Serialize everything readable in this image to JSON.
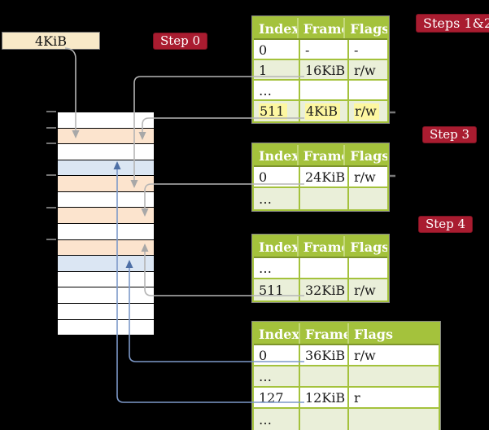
{
  "colors": {
    "background": "#000000",
    "table_header_bg": "#a4c23c",
    "table_border_green": "#a4c23c",
    "table_outer_border": "#858585",
    "row_green": "#eaefd9",
    "row_white": "#ffffff",
    "highlight_yellow": "#fdf7a1",
    "memory_frame_peach": "#fce4ce",
    "memory_frame_blue": "#dbe6f3",
    "memory_frame_white": "#ffffff",
    "step_label_bg": "#a91c30",
    "step_label_border": "#7c1322",
    "cr3_box_bg": "#f8e9c8",
    "arrow_gray": "#b5b5b5",
    "arrow_gray_head": "#a8a8a8",
    "arrow_blue": "#7d99c9",
    "arrow_blue_head": "#4e70a6"
  },
  "cr3_box": {
    "label": "4KiB"
  },
  "step_labels": {
    "step0": "Step 0",
    "steps12": "Steps 1&2",
    "step3": "Step 3",
    "step4": "Step 4"
  },
  "page_tables": [
    {
      "name": "table-steps-1-2",
      "headers": [
        "Index",
        "Frame",
        "Flags"
      ],
      "rows": [
        {
          "cells": [
            "0",
            "-",
            "-"
          ],
          "bg": "white",
          "highlight": false
        },
        {
          "cells": [
            "1",
            "16KiB",
            "r/w"
          ],
          "bg": "green",
          "highlight": false
        },
        {
          "cells": [
            "…",
            "",
            ""
          ],
          "bg": "white",
          "highlight": false
        },
        {
          "cells": [
            "511",
            "4KiB",
            "r/w"
          ],
          "bg": "green",
          "highlight": true
        }
      ]
    },
    {
      "name": "table-step-3",
      "headers": [
        "Index",
        "Frame",
        "Flags"
      ],
      "rows": [
        {
          "cells": [
            "0",
            "24KiB",
            "r/w"
          ],
          "bg": "white",
          "highlight": false
        },
        {
          "cells": [
            "…",
            "",
            ""
          ],
          "bg": "green",
          "highlight": false
        }
      ]
    },
    {
      "name": "table-step-4",
      "headers": [
        "Index",
        "Frame",
        "Flags"
      ],
      "rows": [
        {
          "cells": [
            "…",
            "",
            ""
          ],
          "bg": "white",
          "highlight": false
        },
        {
          "cells": [
            "511",
            "32KiB",
            "r/w"
          ],
          "bg": "green",
          "highlight": false
        }
      ]
    },
    {
      "name": "table-final",
      "headers": [
        "Index",
        "Frame",
        "Flags"
      ],
      "rows": [
        {
          "cells": [
            "0",
            "36KiB",
            "r/w"
          ],
          "bg": "white",
          "highlight": false
        },
        {
          "cells": [
            "…",
            "",
            ""
          ],
          "bg": "green",
          "highlight": false
        },
        {
          "cells": [
            "127",
            "12KiB",
            "r"
          ],
          "bg": "white",
          "highlight": false
        },
        {
          "cells": [
            "…",
            "",
            ""
          ],
          "bg": "green",
          "highlight": false
        }
      ]
    }
  ],
  "memory_column": {
    "rows": [
      {
        "color": "white",
        "kind": "free"
      },
      {
        "color": "peach",
        "kind": "page-table-frame"
      },
      {
        "color": "white",
        "kind": "free"
      },
      {
        "color": "blue",
        "kind": "mapped-frame"
      },
      {
        "color": "peach",
        "kind": "page-table-frame"
      },
      {
        "color": "white",
        "kind": "free"
      },
      {
        "color": "peach",
        "kind": "page-table-frame"
      },
      {
        "color": "white",
        "kind": "free"
      },
      {
        "color": "peach",
        "kind": "page-table-frame"
      },
      {
        "color": "blue",
        "kind": "mapped-frame"
      },
      {
        "color": "white",
        "kind": "free"
      },
      {
        "color": "white",
        "kind": "free"
      },
      {
        "color": "white",
        "kind": "free"
      },
      {
        "color": "white",
        "kind": "free"
      }
    ]
  }
}
